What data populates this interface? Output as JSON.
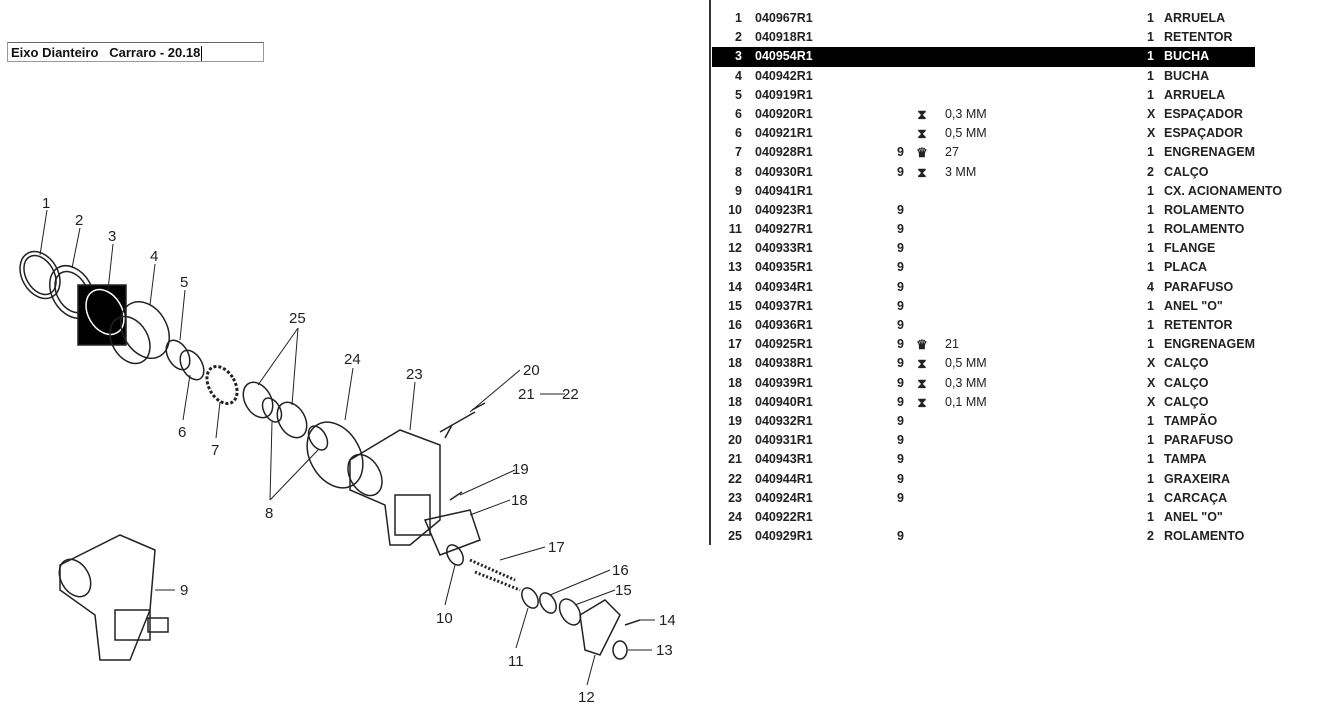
{
  "title": "Eixo Dianteiro   Carraro - 20.18",
  "colors": {
    "highlight_bg": "#000000",
    "highlight_text": "#ffffff",
    "text": "#222222"
  },
  "diagram": {
    "callouts": [
      "1",
      "2",
      "3",
      "4",
      "5",
      "6",
      "7",
      "8",
      "9",
      "10",
      "11",
      "12",
      "13",
      "14",
      "15",
      "16",
      "17",
      "18",
      "19",
      "20",
      "21",
      "22",
      "23",
      "24",
      "25"
    ]
  },
  "parts": {
    "selected_index": 2,
    "rows": [
      {
        "no": "1",
        "part": "040967R1",
        "ref": "",
        "icon": "",
        "spec": "",
        "qty": "1",
        "desc": "ARRUELA"
      },
      {
        "no": "2",
        "part": "040918R1",
        "ref": "",
        "icon": "",
        "spec": "",
        "qty": "1",
        "desc": "RETENTOR"
      },
      {
        "no": "3",
        "part": "040954R1",
        "ref": "",
        "icon": "",
        "spec": "",
        "qty": "1",
        "desc": "BUCHA"
      },
      {
        "no": "4",
        "part": "040942R1",
        "ref": "",
        "icon": "",
        "spec": "",
        "qty": "1",
        "desc": "BUCHA"
      },
      {
        "no": "5",
        "part": "040919R1",
        "ref": "",
        "icon": "",
        "spec": "",
        "qty": "1",
        "desc": "ARRUELA"
      },
      {
        "no": "6",
        "part": "040920R1",
        "ref": "",
        "icon": "shim-icon",
        "spec": "0,3 MM",
        "qty": "X",
        "desc": "ESPAÇADOR"
      },
      {
        "no": "6",
        "part": "040921R1",
        "ref": "",
        "icon": "shim-icon",
        "spec": "0,5 MM",
        "qty": "X",
        "desc": "ESPAÇADOR"
      },
      {
        "no": "7",
        "part": "040928R1",
        "ref": "9",
        "icon": "gear-icon",
        "spec": "27",
        "qty": "1",
        "desc": "ENGRENAGEM"
      },
      {
        "no": "8",
        "part": "040930R1",
        "ref": "9",
        "icon": "shim-icon",
        "spec": "3 MM",
        "qty": "2",
        "desc": "CALÇO"
      },
      {
        "no": "9",
        "part": "040941R1",
        "ref": "",
        "icon": "",
        "spec": "",
        "qty": "1",
        "desc": "CX. ACIONAMENTO"
      },
      {
        "no": "10",
        "part": "040923R1",
        "ref": "9",
        "icon": "",
        "spec": "",
        "qty": "1",
        "desc": "ROLAMENTO"
      },
      {
        "no": "11",
        "part": "040927R1",
        "ref": "9",
        "icon": "",
        "spec": "",
        "qty": "1",
        "desc": "ROLAMENTO"
      },
      {
        "no": "12",
        "part": "040933R1",
        "ref": "9",
        "icon": "",
        "spec": "",
        "qty": "1",
        "desc": "FLANGE"
      },
      {
        "no": "13",
        "part": "040935R1",
        "ref": "9",
        "icon": "",
        "spec": "",
        "qty": "1",
        "desc": "PLACA"
      },
      {
        "no": "14",
        "part": "040934R1",
        "ref": "9",
        "icon": "",
        "spec": "",
        "qty": "4",
        "desc": "PARAFUSO"
      },
      {
        "no": "15",
        "part": "040937R1",
        "ref": "9",
        "icon": "",
        "spec": "",
        "qty": "1",
        "desc": "ANEL \"O\""
      },
      {
        "no": "16",
        "part": "040936R1",
        "ref": "9",
        "icon": "",
        "spec": "",
        "qty": "1",
        "desc": "RETENTOR"
      },
      {
        "no": "17",
        "part": "040925R1",
        "ref": "9",
        "icon": "gear-icon",
        "spec": "21",
        "qty": "1",
        "desc": "ENGRENAGEM"
      },
      {
        "no": "18",
        "part": "040938R1",
        "ref": "9",
        "icon": "shim-icon",
        "spec": "0,5 MM",
        "qty": "X",
        "desc": "CALÇO"
      },
      {
        "no": "18",
        "part": "040939R1",
        "ref": "9",
        "icon": "shim-icon",
        "spec": "0,3 MM",
        "qty": "X",
        "desc": "CALÇO"
      },
      {
        "no": "18",
        "part": "040940R1",
        "ref": "9",
        "icon": "shim-icon",
        "spec": "0,1 MM",
        "qty": "X",
        "desc": "CALÇO"
      },
      {
        "no": "19",
        "part": "040932R1",
        "ref": "9",
        "icon": "",
        "spec": "",
        "qty": "1",
        "desc": "TAMPÃO"
      },
      {
        "no": "20",
        "part": "040931R1",
        "ref": "9",
        "icon": "",
        "spec": "",
        "qty": "1",
        "desc": "PARAFUSO"
      },
      {
        "no": "21",
        "part": "040943R1",
        "ref": "9",
        "icon": "",
        "spec": "",
        "qty": "1",
        "desc": "TAMPA"
      },
      {
        "no": "22",
        "part": "040944R1",
        "ref": "9",
        "icon": "",
        "spec": "",
        "qty": "1",
        "desc": "GRAXEIRA"
      },
      {
        "no": "23",
        "part": "040924R1",
        "ref": "9",
        "icon": "",
        "spec": "",
        "qty": "1",
        "desc": "CARCAÇA"
      },
      {
        "no": "24",
        "part": "040922R1",
        "ref": "",
        "icon": "",
        "spec": "",
        "qty": "1",
        "desc": "ANEL \"O\""
      },
      {
        "no": "25",
        "part": "040929R1",
        "ref": "9",
        "icon": "",
        "spec": "",
        "qty": "2",
        "desc": "ROLAMENTO"
      }
    ]
  }
}
